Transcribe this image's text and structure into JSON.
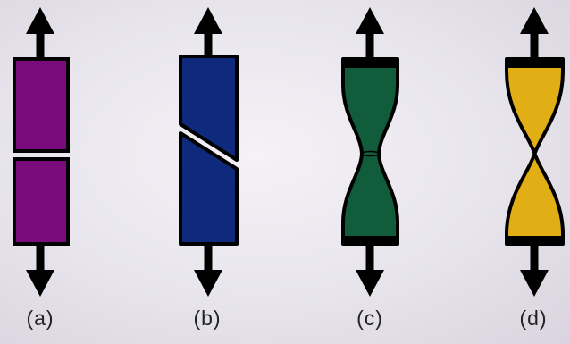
{
  "panels": [
    {
      "id": "a",
      "label": "(a)",
      "fill": "#7a0b7c",
      "shape": "split-rectangle"
    },
    {
      "id": "b",
      "label": "(b)",
      "fill": "#0f2a7d",
      "shape": "shear-fracture-rectangle"
    },
    {
      "id": "c",
      "label": "(c)",
      "fill": "#115c3b",
      "shape": "cup-cone-necked-specimen"
    },
    {
      "id": "d",
      "label": "(d)",
      "fill": "#e2ae16",
      "shape": "point-fracture-hourglass"
    }
  ],
  "colors": {
    "outline": "#000000",
    "arrow": "#000000",
    "crack": "#ffffff"
  }
}
